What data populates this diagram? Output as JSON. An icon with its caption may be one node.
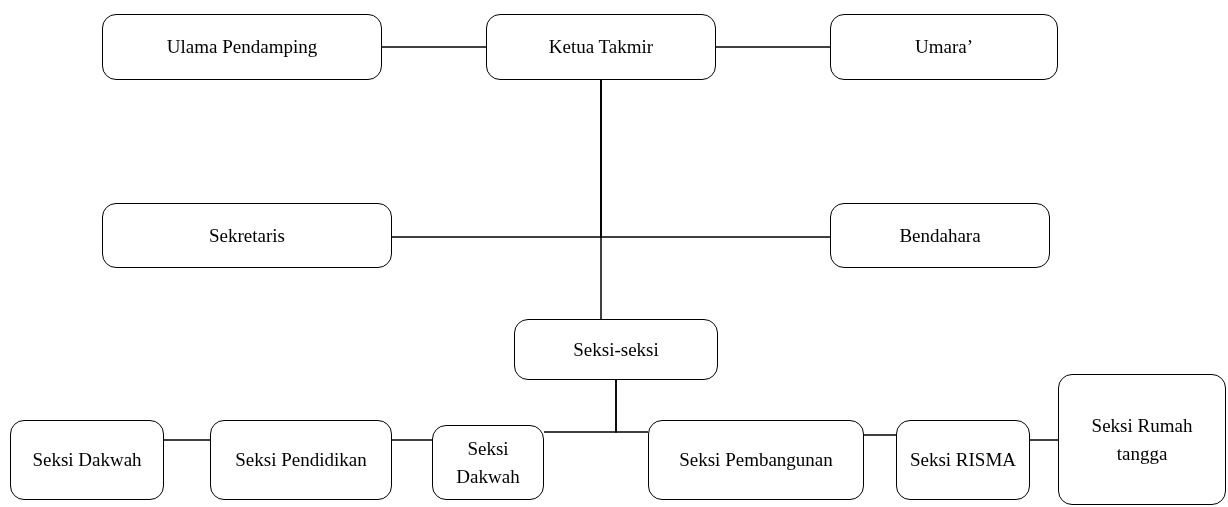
{
  "diagram": {
    "nodes": [
      {
        "text": [
          "Ulama Pendamping"
        ]
      },
      {
        "text": [
          "Ketua Takmir"
        ]
      },
      {
        "text": [
          "Umara’"
        ]
      },
      {
        "text": [
          "Sekretaris"
        ]
      },
      {
        "text": [
          "Bendahara"
        ]
      },
      {
        "text": [
          "Seksi-seksi"
        ]
      },
      {
        "text": [
          "Seksi Dakwah"
        ]
      },
      {
        "text": [
          "Seksi Pendidikan"
        ]
      },
      {
        "text": [
          "Seksi Dakwah"
        ]
      },
      {
        "text": [
          "Seksi Pembangunan"
        ]
      },
      {
        "text": [
          "Seksi RISMA"
        ]
      },
      {
        "text": [
          "Seksi Rumah tangga"
        ]
      }
    ],
    "edges": [
      {
        "from": 0,
        "to": 1,
        "arrow": "none"
      },
      {
        "from": 1,
        "to": 2,
        "arrow": "none"
      },
      {
        "from": 1,
        "to": 3,
        "arrow": "none"
      },
      {
        "from": 1,
        "to": 4,
        "arrow": "none"
      },
      {
        "from": 1,
        "to": 5,
        "arrow": "none"
      },
      {
        "from": 5,
        "to": 8,
        "arrow": "none"
      },
      {
        "from": 5,
        "to": 9,
        "arrow": "none"
      },
      {
        "from": 8,
        "to": 7,
        "arrow": "none"
      },
      {
        "from": 7,
        "to": 6,
        "arrow": "none"
      },
      {
        "from": 9,
        "to": 10,
        "arrow": "none"
      },
      {
        "from": 10,
        "to": 11,
        "arrow": "none"
      }
    ]
  }
}
